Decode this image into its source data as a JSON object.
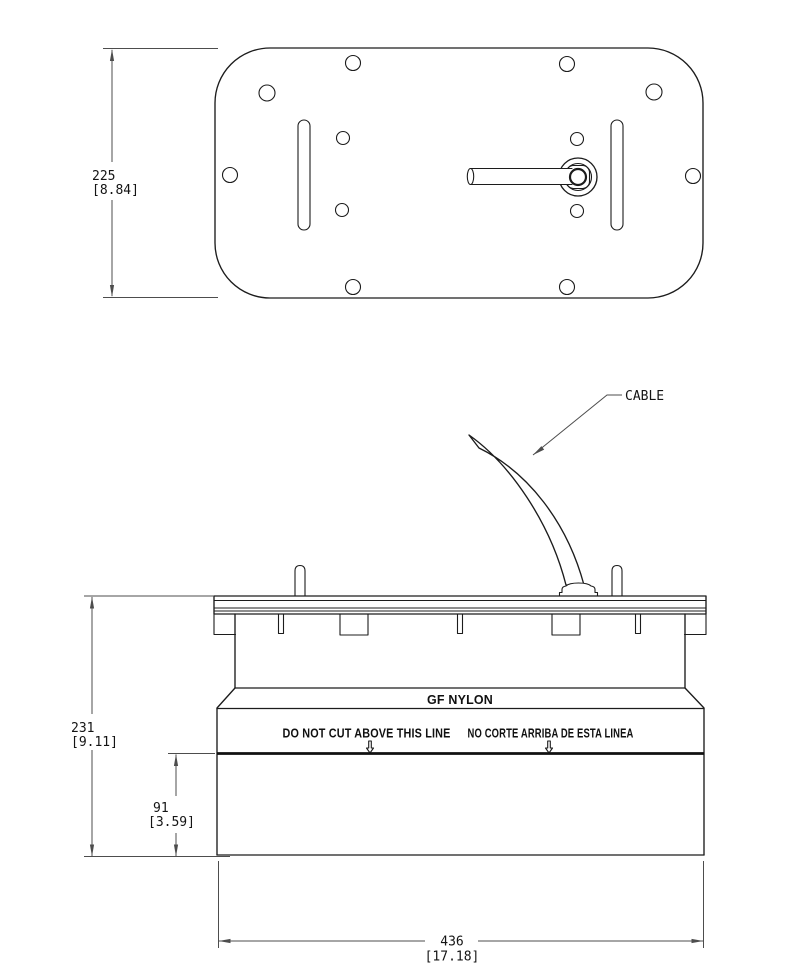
{
  "drawing": {
    "type": "engineering-drawing",
    "views": [
      "top-view",
      "side-view"
    ],
    "colors": {
      "background": "#ffffff",
      "object_lines": "#1c1c1c",
      "dimension_lines": "#4d4d4d",
      "text": "#141414"
    },
    "labels": {
      "cable": "CABLE",
      "material": "GF NYLON",
      "cut_warning_en": "DO NOT CUT ABOVE THIS LINE",
      "cut_warning_es": "NO CORTE ARRIBA DE ESTA LINEA"
    },
    "dimensions": {
      "plate_depth": {
        "mm": "225",
        "inches": "[8.84]"
      },
      "overall_height": {
        "mm": "231",
        "inches": "[9.11]"
      },
      "cut_line_height": {
        "mm": "91",
        "inches": "[3.59]"
      },
      "base_width": {
        "mm": "436",
        "inches": "[17.18]"
      }
    }
  }
}
